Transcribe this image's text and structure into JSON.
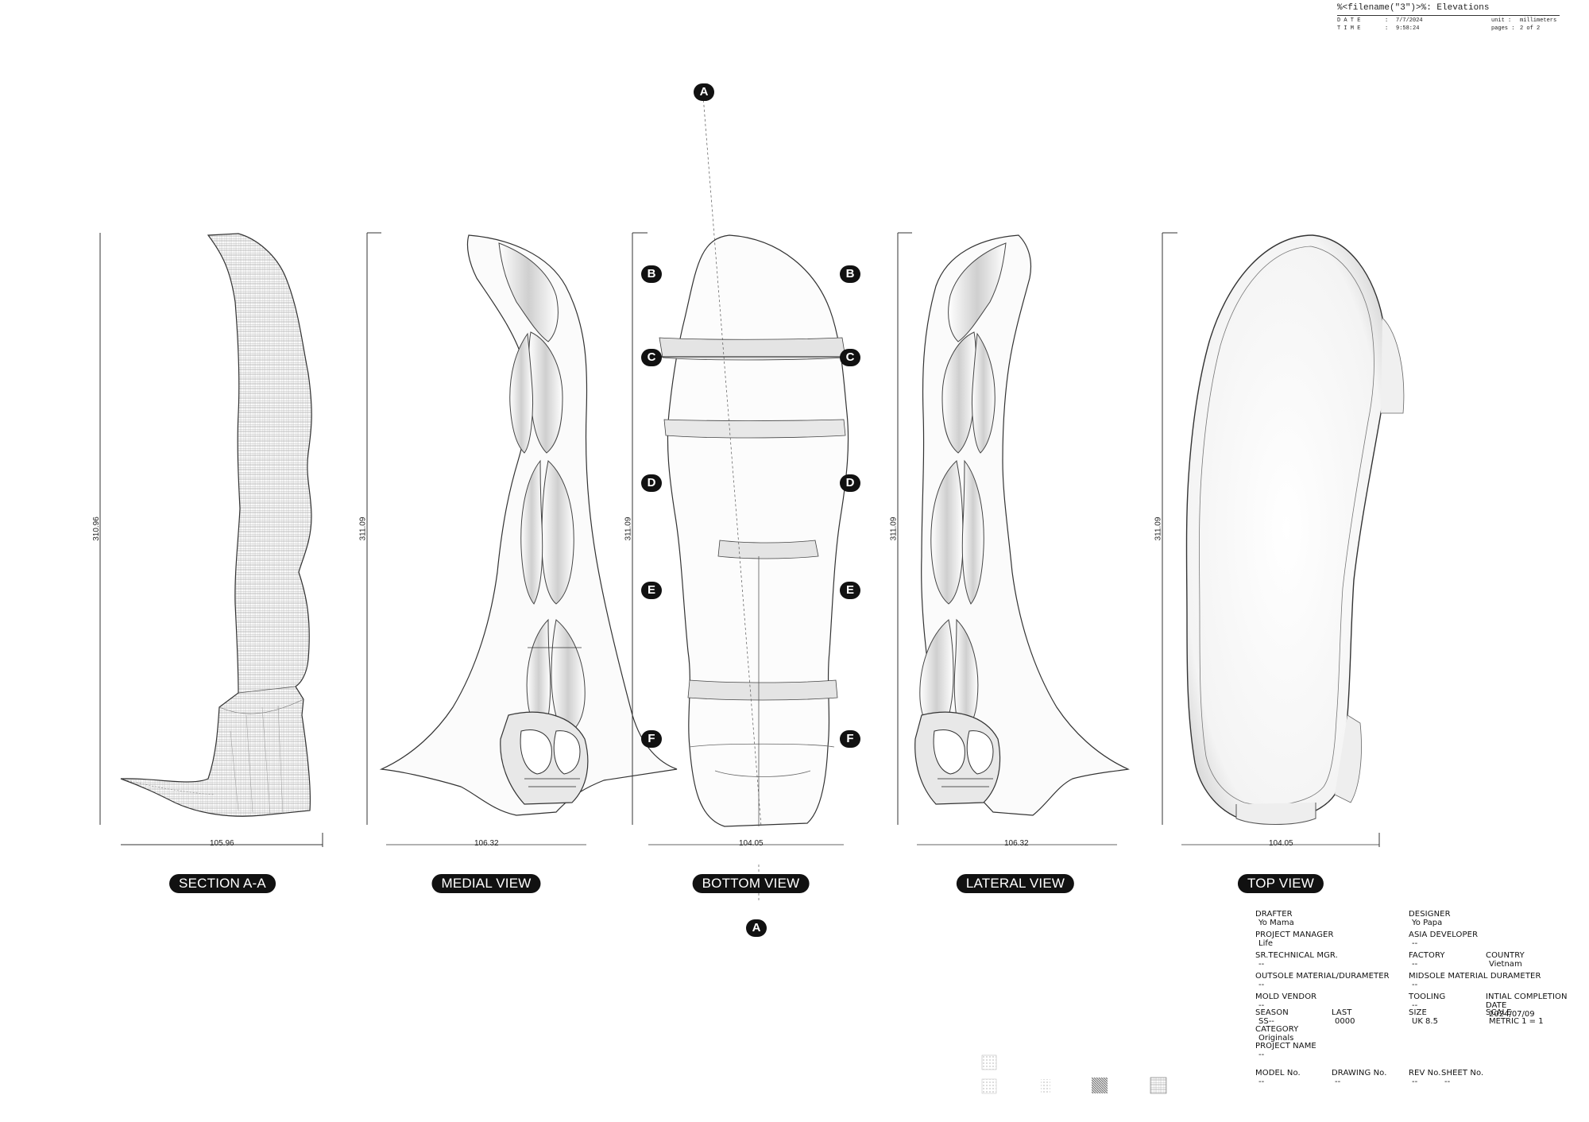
{
  "header": {
    "title": "%<filename(\"3\")>%: Elevations",
    "date_label": "D A T E",
    "date_value": "7/7/2024",
    "time_label": "T I M E",
    "time_value": "9:58:24",
    "unit_label": "unit :",
    "unit_value": "millimeters",
    "pages_label": "pages :",
    "pages_value": "2 of 2"
  },
  "views": [
    {
      "label": "SECTION A-A",
      "height_dim": "310.96",
      "width_dim": "105.96"
    },
    {
      "label": "MEDIAL VIEW",
      "height_dim": "311.09",
      "width_dim": "106.32"
    },
    {
      "label": "BOTTOM VIEW",
      "height_dim": "311.09",
      "width_dim": "104.05"
    },
    {
      "label": "LATERAL VIEW",
      "height_dim": "311.09",
      "width_dim": "106.32"
    },
    {
      "label": "TOP VIEW",
      "height_dim": "311.09",
      "width_dim": "104.05"
    }
  ],
  "section_markers": {
    "a": "A",
    "b": "B",
    "c": "C",
    "d": "D",
    "e": "E",
    "f": "F"
  },
  "title_block": {
    "drafter_label": "DRAFTER",
    "drafter": "Yo Mama",
    "designer_label": "DESIGNER",
    "designer": "Yo Papa",
    "pm_label": "PROJECT MANAGER",
    "pm": "Life",
    "asia_dev_label": "ASIA DEVELOPER",
    "asia_dev": "--",
    "sr_tech_label": "SR.TECHNICAL MGR.",
    "sr_tech": "--",
    "factory_label": "FACTORY",
    "factory": "--",
    "country_label": "COUNTRY",
    "country": "Vietnam",
    "outsole_label": "OUTSOLE MATERIAL/DURAMETER",
    "outsole": "--",
    "midsole_label": "MIDSOLE MATERIAL DURAMETER",
    "midsole": "--",
    "mold_label": "MOLD VENDOR",
    "mold": "--",
    "tooling_label": "TOOLING",
    "tooling": "--",
    "initial_label": "INTIAL COMPLETION DATE",
    "initial": "2024/07/09",
    "season_label": "SEASON",
    "season": "SS--",
    "last_label": "LAST",
    "last": "0000",
    "size_label": "SIZE",
    "size": "UK 8.5",
    "scale_label": "SCALE",
    "scale": "METRIC 1 = 1",
    "category_label": "CATEGORY",
    "category": "Originals",
    "project_label": "PROJECT NAME",
    "project": "--",
    "model_label": "MODEL No.",
    "model": "--",
    "drawing_label": "DRAWING No.",
    "drawing": "--",
    "rev_label": "REV No.",
    "rev": "--",
    "sheet_label": "SHEET No.",
    "sheet": "--"
  }
}
